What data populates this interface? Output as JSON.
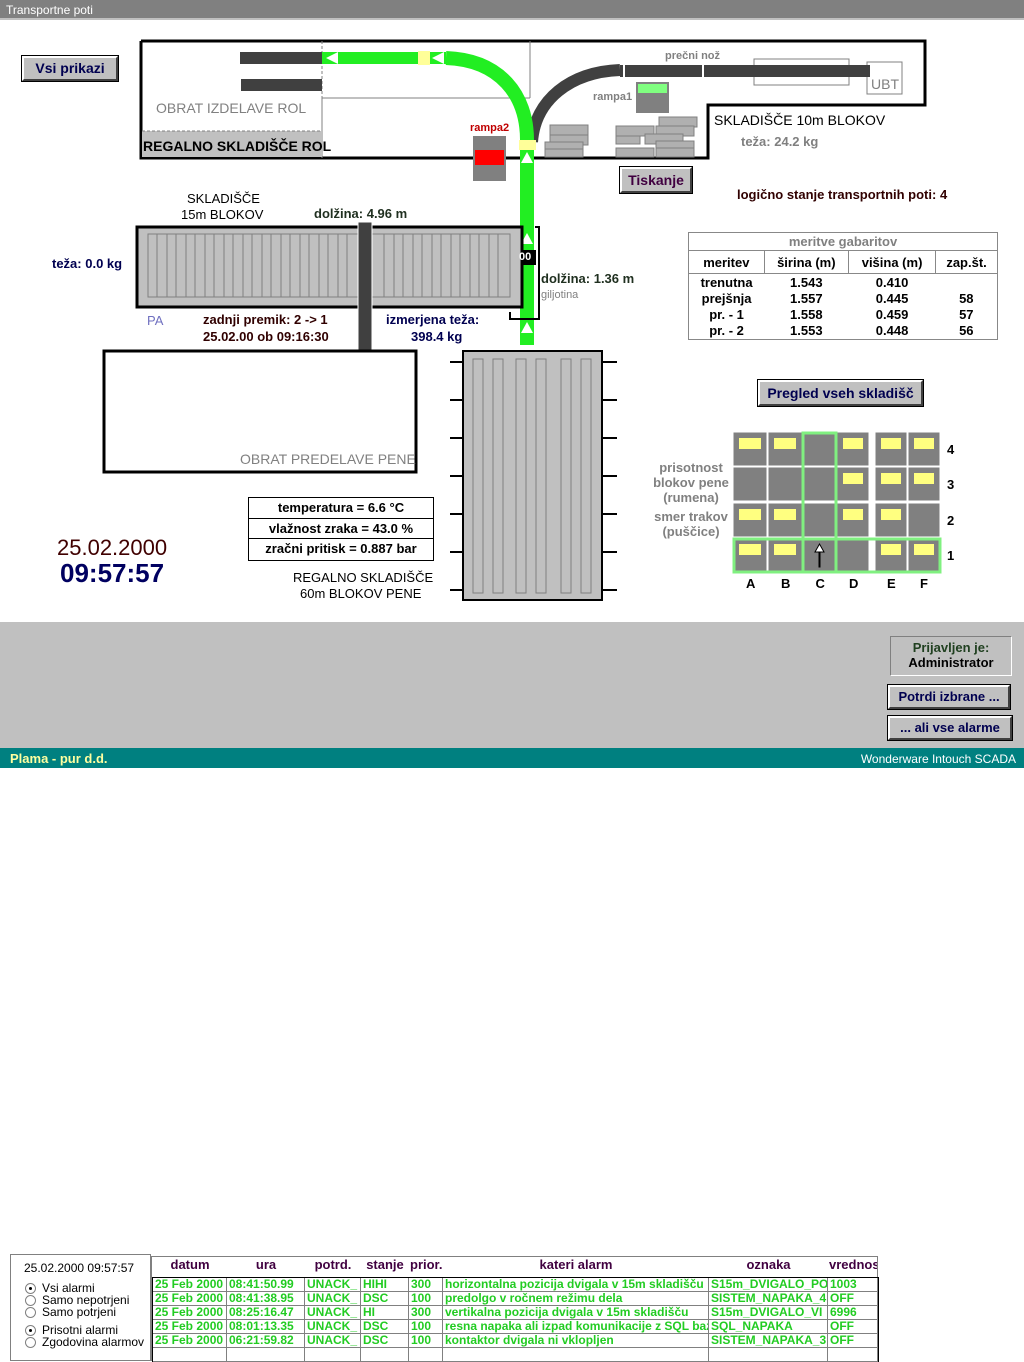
{
  "window": {
    "title": "Transportne poti"
  },
  "buttons": {
    "vsi_prikazi": "Vsi prikazi",
    "tiskanje": "Tiskanje",
    "pregled": "Pregled vseh skladišč",
    "potrdi": "Potrdi izbrane ...",
    "vse_alarme": "... ali vse alarme"
  },
  "plant": {
    "obrat_izdelave_rol": "OBRAT IZDELAVE ROL",
    "regalno_rol": "REGALNO SKLADIŠČE ROL",
    "rampa2": "rampa2",
    "rampa1": "rampa1",
    "precni_noz": "prečni nož",
    "ubt": "UBT",
    "sklad10_title": "SKLADIŠČE 10m BLOKOV",
    "sklad10_teza": "teža:  24.2 kg",
    "logicno": "logično stanje transportnih poti:  4",
    "sklad15_title1": "SKLADIŠČE",
    "sklad15_title2": "15m BLOKOV",
    "dolzina1": "dolžina:  4.96 m",
    "teza15": "teža:  0.0 kg",
    "counter": "00",
    "dolzina2": "dolžina:  1.36 m",
    "giljotina": "giljotina",
    "pa": "PA",
    "zadnji1": "zadnji premik:  2 -> 1",
    "zadnji2": "25.02.00 ob 09:16:30",
    "izmerjena1": "izmerjena teža:",
    "izmerjena2": "398.4 kg",
    "obrat_predelave": "OBRAT PREDELAVE PENE",
    "regalno60_1": "REGALNO SKLADIŠČE",
    "regalno60_2": "60m BLOKOV PENE"
  },
  "env": {
    "temperatura": "temperatura = 6.6 °C",
    "vlaznost": "vlažnost zraka = 43.0 %",
    "pritisk": "zračni pritisk = 0.887 bar"
  },
  "clock": {
    "date": "25.02.2000",
    "time": "09:57:57"
  },
  "measurements": {
    "title": "meritve gabaritov",
    "headers": [
      "meritev",
      "širina (m)",
      "višina (m)",
      "zap.št."
    ],
    "rows": [
      [
        "trenutna",
        "1.543",
        "0.410",
        ""
      ],
      [
        "prejšnja",
        "1.557",
        "0.445",
        "58"
      ],
      [
        "pr. - 1",
        "1.558",
        "0.459",
        "57"
      ],
      [
        "pr. - 2",
        "1.553",
        "0.448",
        "56"
      ]
    ]
  },
  "grid": {
    "legend1": "prisotnost",
    "legend2": "blokov pene",
    "legend3": "(rumena)",
    "legend4": "smer trakov",
    "legend5": "(puščice)",
    "cols": [
      "A",
      "B",
      "C",
      "D",
      "E",
      "F"
    ],
    "rows": [
      "4",
      "3",
      "2",
      "1"
    ],
    "occupancy": [
      [
        1,
        1,
        0,
        1,
        1,
        1
      ],
      [
        0,
        0,
        0,
        1,
        1,
        1
      ],
      [
        1,
        1,
        0,
        1,
        1,
        0
      ],
      [
        1,
        1,
        0,
        0,
        1,
        1
      ]
    ]
  },
  "alarm_panel": {
    "datetime": "25.02.2000  09:57:57",
    "filters": [
      "Vsi alarmi",
      "Samo nepotrjeni",
      "Samo potrjeni"
    ],
    "modes": [
      "Prisotni alarmi",
      "Zgodovina alarmov"
    ],
    "headers": [
      "datum",
      "ura",
      "potrd.",
      "stanje",
      "prior.",
      "kateri alarm",
      "oznaka",
      "vrednost"
    ],
    "rows": [
      [
        "25 Feb 2000",
        "08:41:50.99",
        "UNACK_",
        "HIHI",
        "300",
        "horizontalna pozicija dvigala v 15m skladišču",
        "S15m_DVIGALO_PO",
        "1003"
      ],
      [
        "25 Feb 2000",
        "08:41:38.95",
        "UNACK_",
        "DSC",
        "100",
        "predolgo v ročnem režimu dela",
        "SISTEM_NAPAKA_4",
        "OFF"
      ],
      [
        "25 Feb 2000",
        "08:25:16.47",
        "UNACK_",
        "HI",
        "300",
        "vertikalna pozicija dvigala v 15m skladišču",
        "S15m_DVIGALO_VI",
        "6996"
      ],
      [
        "25 Feb 2000",
        "08:01:13.35",
        "UNACK_",
        "DSC",
        "100",
        "resna napaka ali izpad komunikacije z SQL bazo",
        "SQL_NAPAKA",
        "OFF"
      ],
      [
        "25 Feb 2000",
        "06:21:59.82",
        "UNACK_",
        "DSC",
        "100",
        "kontaktor dvigala ni vklopljen",
        "SISTEM_NAPAKA_3",
        "OFF"
      ]
    ]
  },
  "login": {
    "label": "Prijavljen je:",
    "user": "Administrator"
  },
  "footer": {
    "company": "Plama - pur d.d.",
    "product": "Wonderware Intouch SCADA"
  }
}
